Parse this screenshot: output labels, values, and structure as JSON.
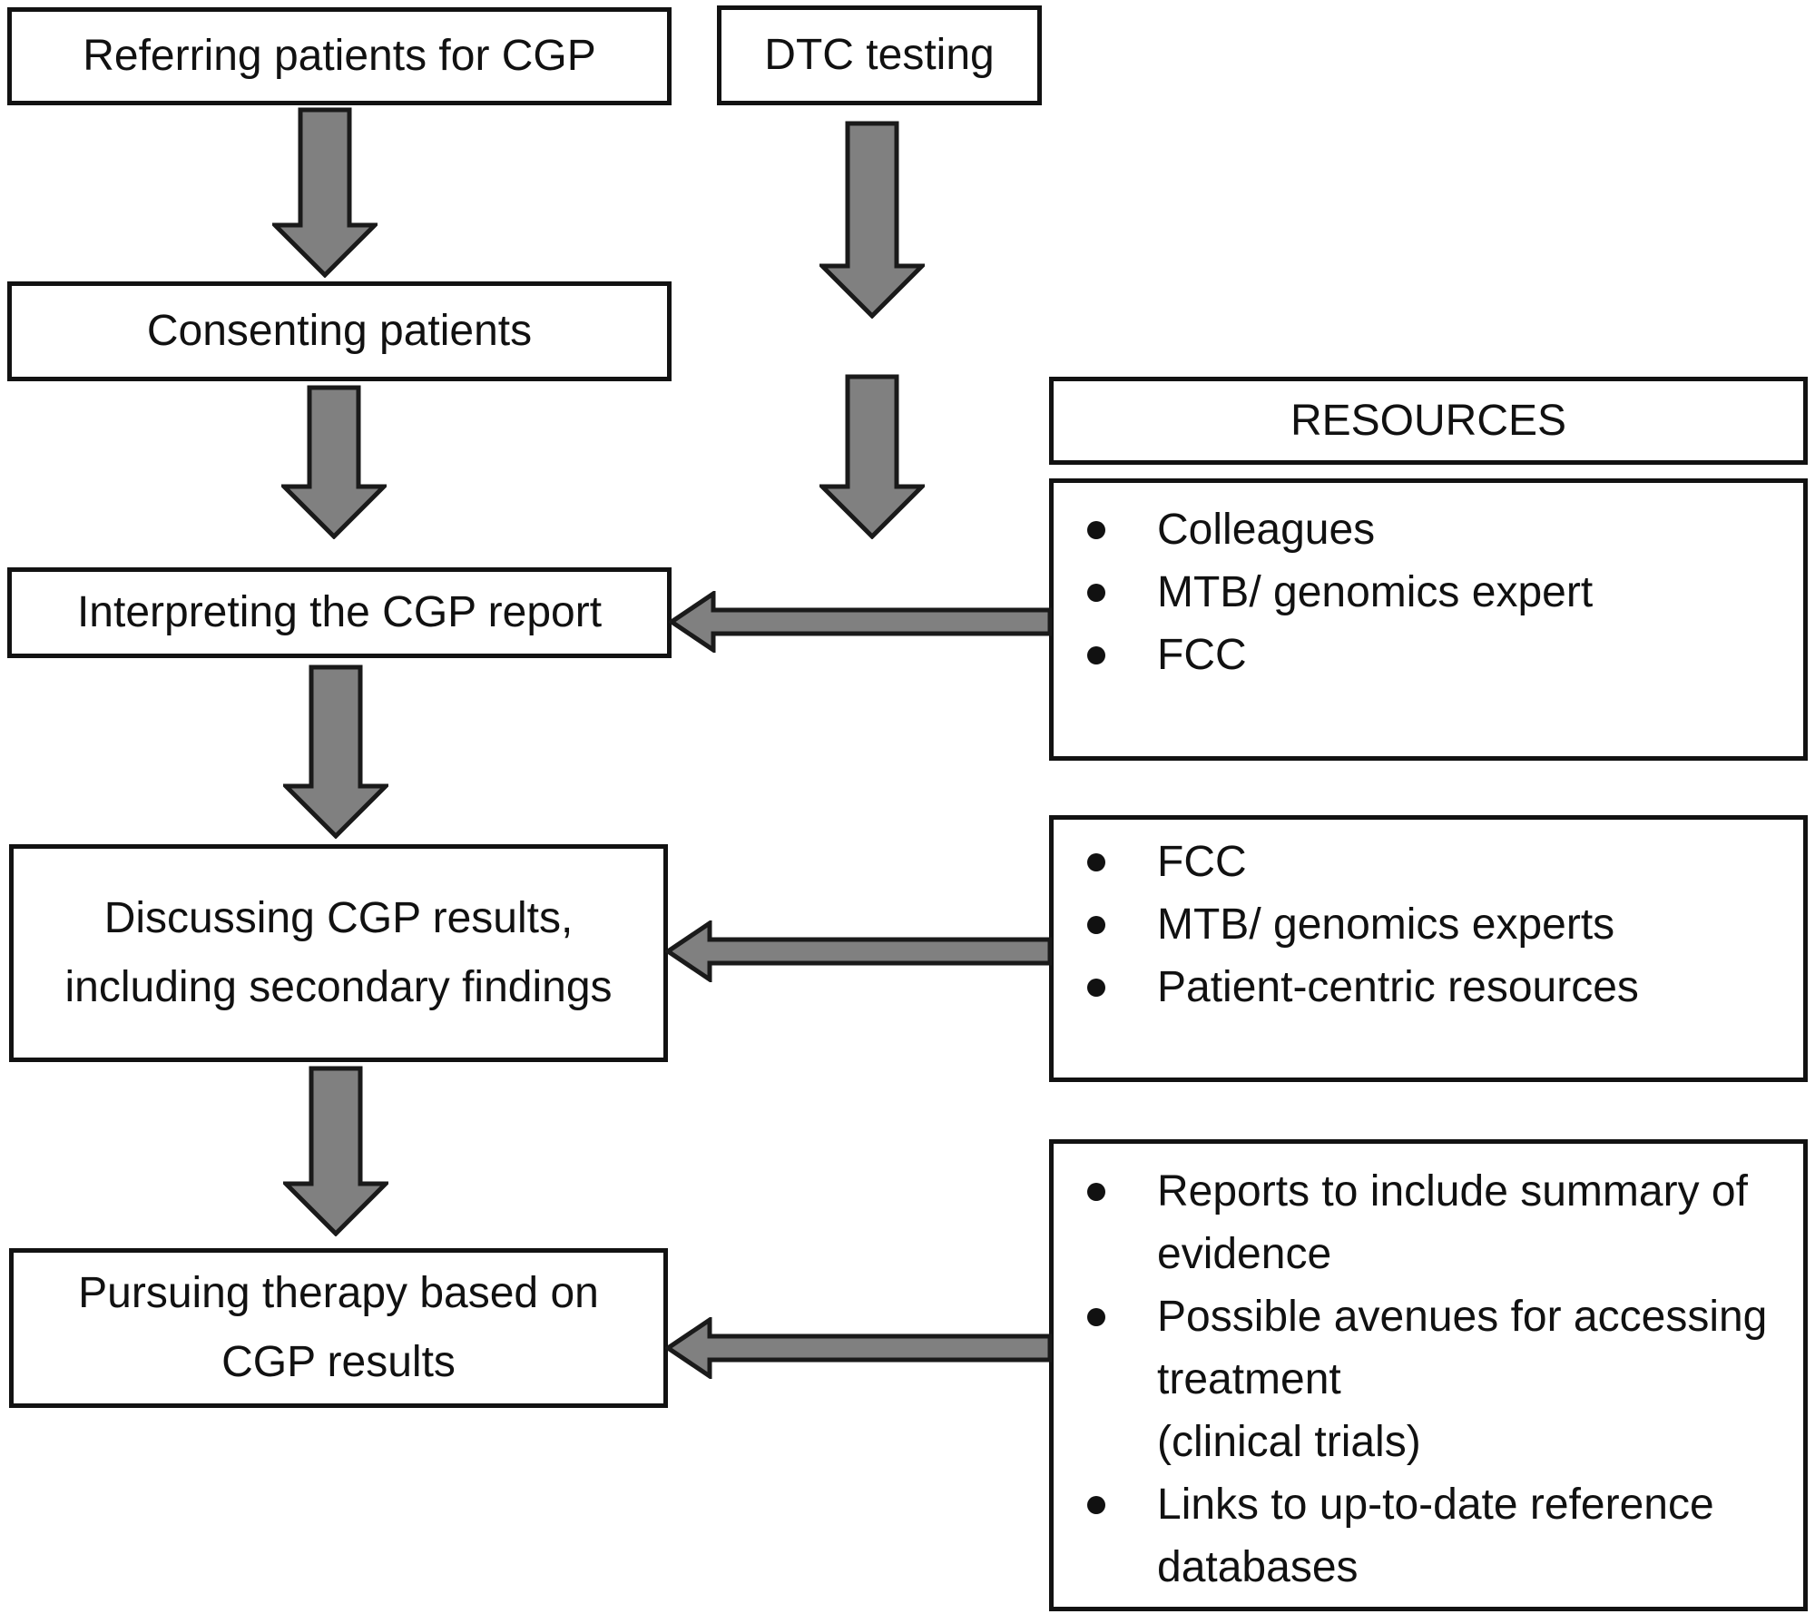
{
  "flow": {
    "boxes": [
      {
        "lines": [
          "Referring patients for CGP"
        ]
      },
      {
        "lines": [
          "Consenting patients"
        ]
      },
      {
        "lines": [
          "Interpreting the CGP report"
        ]
      },
      {
        "lines": [
          "Discussing CGP results,",
          "including secondary findings"
        ]
      },
      {
        "lines": [
          "Pursuing therapy based on",
          "CGP results"
        ]
      }
    ],
    "dtc_label": "DTC testing"
  },
  "resources": {
    "header": "RESOURCES",
    "box1": {
      "items": [
        {
          "lines": [
            "Colleagues"
          ]
        },
        {
          "lines": [
            "MTB/ genomics expert"
          ]
        },
        {
          "lines": [
            "FCC"
          ]
        }
      ]
    },
    "box2": {
      "items": [
        {
          "lines": [
            "FCC"
          ]
        },
        {
          "lines": [
            "MTB/ genomics experts"
          ]
        },
        {
          "lines": [
            "Patient-centric resources"
          ]
        }
      ]
    },
    "box3": {
      "items": [
        {
          "lines": [
            "Reports to include summary of",
            "evidence"
          ]
        },
        {
          "lines": [
            "Possible avenues for accessing",
            "treatment",
            "(clinical trials)"
          ]
        },
        {
          "lines": [
            "Links to up-to-date reference",
            "databases"
          ]
        }
      ]
    }
  },
  "colors": {
    "arrow_fill": "#808080",
    "arrow_stroke": "#1a1a1a",
    "box_border": "#121212",
    "text": "#111111",
    "background": "#ffffff"
  }
}
